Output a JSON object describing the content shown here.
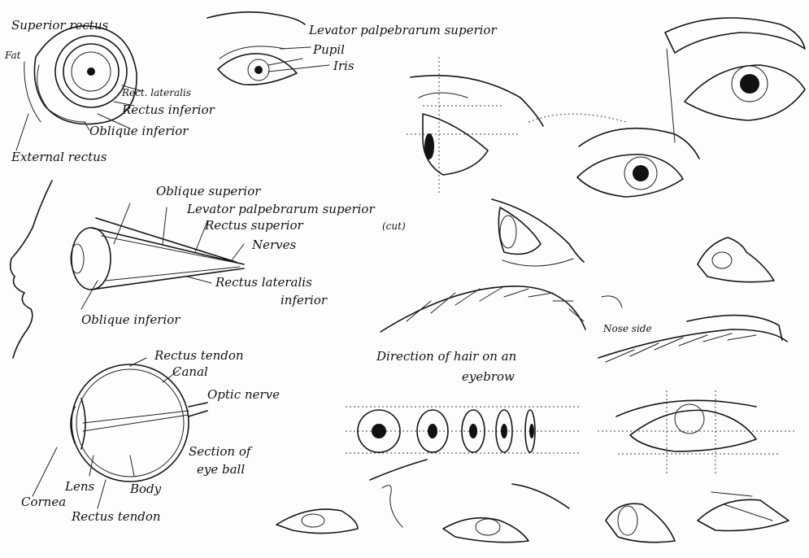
{
  "labels": {
    "superior_rectus": "Superior rectus",
    "fat": "Fat",
    "rect_lateralis": "Rect. lateralis",
    "rectus_inferior": "Rectus inferior",
    "oblique_inferior_top": "Oblique inferior",
    "external_rectus": "External rectus",
    "levator_top": "Levator palpebrarum superior",
    "pupil": "Pupil",
    "iris": "Iris",
    "oblique_superior": "Oblique superior",
    "levator_mid": "Levator palpebrarum superior",
    "cut": "(cut)",
    "rectus_superior": "Rectus superior",
    "nerves": "Nerves",
    "rectus_lateralis": "Rectus lateralis",
    "inferior": "inferior",
    "oblique_inferior_mid": "Oblique inferior",
    "rectus_tendon_top": "Rectus tendon",
    "canal": "Canal",
    "optic_nerve": "Optic nerve",
    "section_line1": "Section of",
    "section_line2": "eye ball",
    "lens": "Lens",
    "body": "Body",
    "cornea": "Cornea",
    "rectus_tendon_bottom": "Rectus tendon",
    "direction_line1": "Direction of hair on an",
    "direction_line2": "eyebrow",
    "nose_side": "Nose side"
  }
}
